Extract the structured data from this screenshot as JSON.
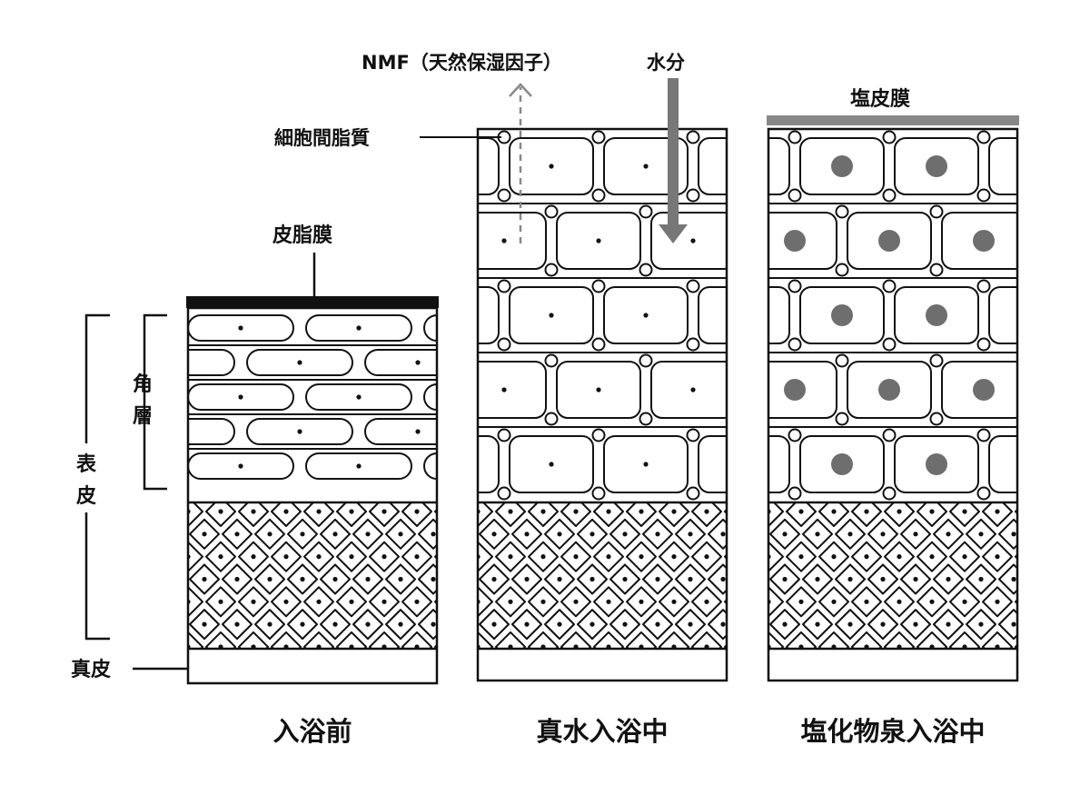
{
  "labels": {
    "nmf": "NMF（天然保湿因子）",
    "water": "水分",
    "intercellular_lipid": "細胞間脂質",
    "sebum_film": "皮脂膜",
    "chloride_film": "塩皮膜",
    "stratum_corneum_1": "角",
    "stratum_corneum_2": "層",
    "epidermis_1": "表",
    "epidermis_2": "皮",
    "dermis": "真皮"
  },
  "panels": [
    {
      "caption": "入浴前"
    },
    {
      "caption": "真水入浴中"
    },
    {
      "caption": "塩化物泉入浴中"
    }
  ],
  "colors": {
    "ink": "#111111",
    "gray": "#777777",
    "nucleus": "#6e6e6e"
  }
}
